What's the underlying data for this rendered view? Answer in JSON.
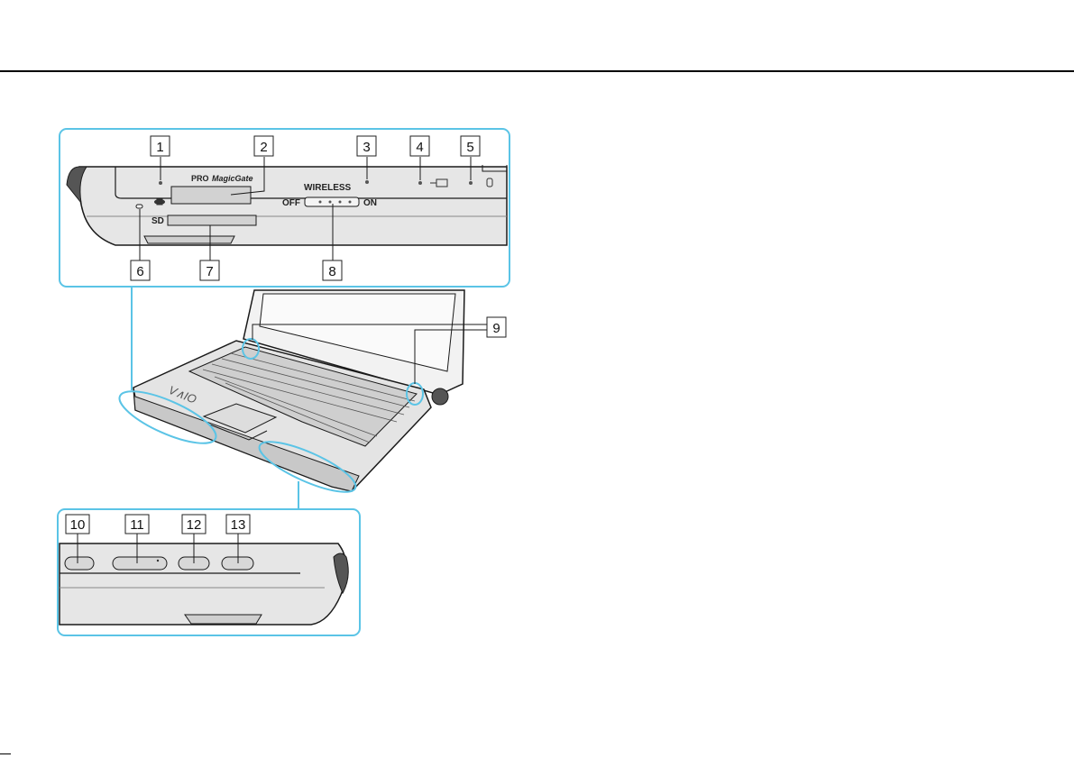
{
  "labels": {
    "pro": "PRO",
    "magicgate": "MagicGate",
    "wireless": "WIRELESS",
    "off": "OFF",
    "on": "ON",
    "sd": "SD"
  },
  "callouts": [
    "1",
    "2",
    "3",
    "4",
    "5",
    "6",
    "7",
    "8",
    "9",
    "10",
    "11",
    "12",
    "13"
  ],
  "colors": {
    "panel_border": "#5bc4e6",
    "chassis": "#d9d9d9",
    "chassis_dark": "#3a3a3a",
    "outline": "#1a1a1a"
  },
  "icons": [
    "memory-stick-icon",
    "battery-icon",
    "hard-disk-icon"
  ]
}
